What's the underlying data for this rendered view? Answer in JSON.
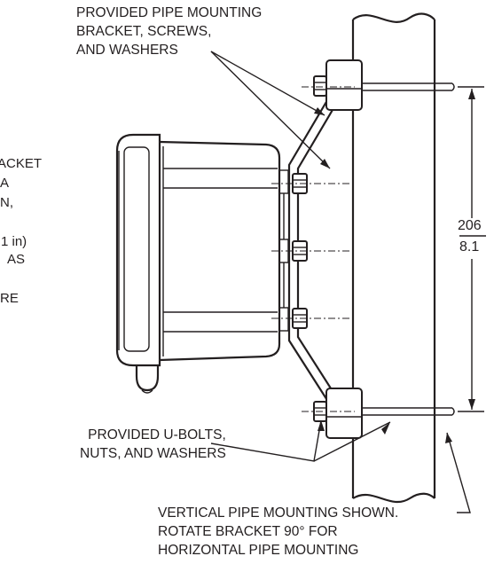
{
  "labels": {
    "top_bracket": [
      "PROVIDED PIPE MOUNTING",
      "BRACKET, SCREWS,",
      "AND WASHERS"
    ],
    "left_partial": [
      "ACKET",
      "A",
      "N,",
      "1 in)",
      "AS",
      "RE"
    ],
    "ubolts": [
      "PROVIDED U-BOLTS,",
      "NUTS, AND WASHERS"
    ],
    "bottom_note": [
      "VERTICAL PIPE MOUNTING SHOWN.",
      "ROTATE BRACKET 90° FOR",
      "HORIZONTAL PIPE MOUNTING"
    ]
  },
  "dimension": {
    "mm": "206",
    "in": "8.1"
  }
}
